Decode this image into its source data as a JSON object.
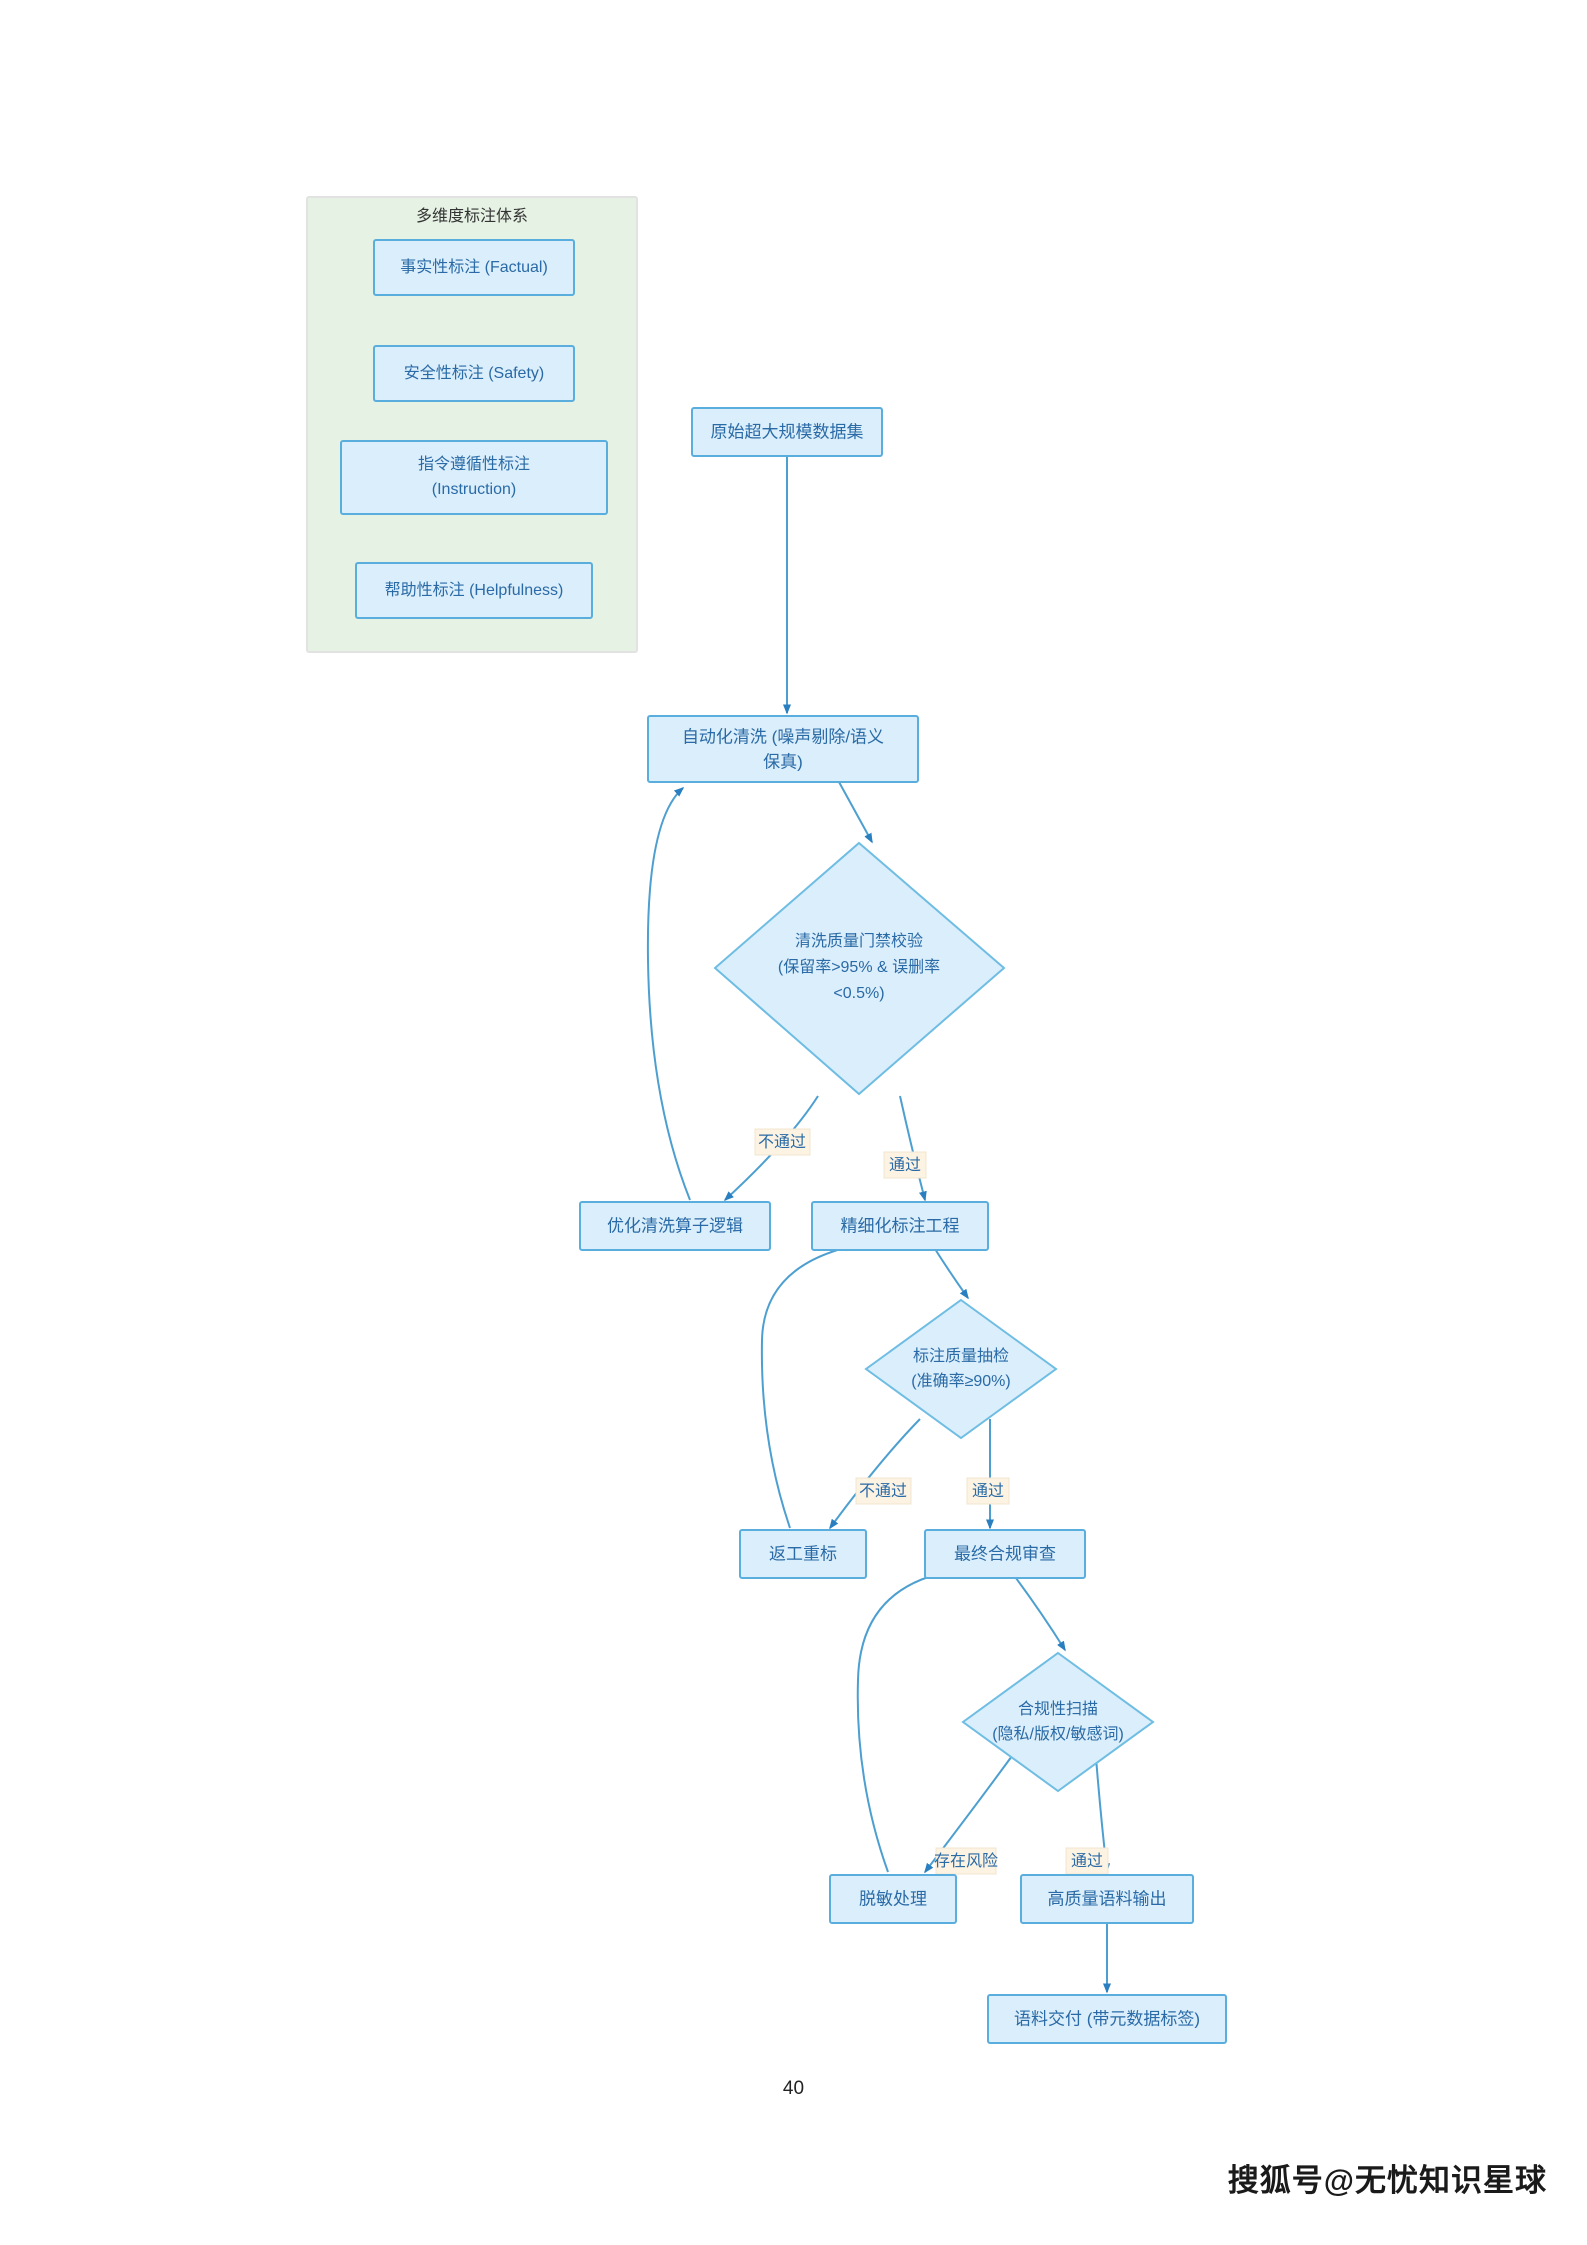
{
  "page": {
    "page_number": "40",
    "watermark": "搜狐号@无忧知识星球",
    "background_color": "#ffffff"
  },
  "colors": {
    "node_fill": "#daeefb",
    "node_stroke": "#5aaedd",
    "node_text": "#2a6aa6",
    "subgraph_fill": "#e6f2e4",
    "subgraph_stroke": "#e2e2e2",
    "edge_stroke": "#4d9fd0",
    "edge_label_fill": "#fdf3e3"
  },
  "subgraph": {
    "title": "多维度标注体系",
    "items": [
      {
        "id": "factual",
        "label": "事实性标注 (Factual)",
        "lines": [
          "事实性标注 (Factual)"
        ]
      },
      {
        "id": "safety",
        "label": "安全性标注 (Safety)",
        "lines": [
          "安全性标注 (Safety)"
        ]
      },
      {
        "id": "instruction",
        "label": "指令遵循性标注 (Instruction)",
        "lines": [
          "指令遵循性标注",
          "(Instruction)"
        ]
      },
      {
        "id": "helpfulness",
        "label": "帮助性标注 (Helpfulness)",
        "lines": [
          "帮助性标注 (Helpfulness)"
        ]
      }
    ]
  },
  "flow": {
    "nodes": [
      {
        "id": "raw-dataset",
        "shape": "rect",
        "label": "原始超大规模数据集",
        "lines": [
          "原始超大规模数据集"
        ]
      },
      {
        "id": "auto-clean",
        "shape": "rect",
        "label": "自动化清洗 (噪声剔除/语义保真)",
        "lines": [
          "自动化清洗 (噪声剔除/语义",
          "保真)"
        ]
      },
      {
        "id": "clean-gate",
        "shape": "diamond",
        "label": "清洗质量门禁校验 (保留率>95% & 误删率<0.5%)",
        "lines": [
          "清洗质量门禁校验",
          "(保留率>95% & 误删率",
          "<0.5%)"
        ]
      },
      {
        "id": "optimize-operator",
        "shape": "rect",
        "label": "优化清洗算子逻辑",
        "lines": [
          "优化清洗算子逻辑"
        ]
      },
      {
        "id": "fine-annotation",
        "shape": "rect",
        "label": "精细化标注工程",
        "lines": [
          "精细化标注工程"
        ]
      },
      {
        "id": "annotation-audit",
        "shape": "diamond",
        "label": "标注质量抽检 (准确率≥90%)",
        "lines": [
          "标注质量抽检",
          "(准确率≥90%)"
        ]
      },
      {
        "id": "rework",
        "shape": "rect",
        "label": "返工重标",
        "lines": [
          "返工重标"
        ]
      },
      {
        "id": "final-compliance",
        "shape": "rect",
        "label": "最终合规审查",
        "lines": [
          "最终合规审查"
        ]
      },
      {
        "id": "compliance-scan",
        "shape": "diamond",
        "label": "合规性扫描 (隐私/版权/敏感词)",
        "lines": [
          "合规性扫描",
          "(隐私/版权/敏感词)"
        ]
      },
      {
        "id": "desensitize",
        "shape": "rect",
        "label": "脱敏处理",
        "lines": [
          "脱敏处理"
        ]
      },
      {
        "id": "high-quality-output",
        "shape": "rect",
        "label": "高质量语料输出",
        "lines": [
          "高质量语料输出"
        ]
      },
      {
        "id": "corpus-delivery",
        "shape": "rect",
        "label": "语料交付 (带元数据标签)",
        "lines": [
          "语料交付 (带元数据标签)"
        ]
      }
    ],
    "edges": [
      {
        "id": "e1",
        "from": "raw-dataset",
        "to": "auto-clean",
        "label": ""
      },
      {
        "id": "e2",
        "from": "auto-clean",
        "to": "clean-gate",
        "label": ""
      },
      {
        "id": "e3",
        "from": "clean-gate",
        "to": "optimize-operator",
        "label": "不通过"
      },
      {
        "id": "e4",
        "from": "clean-gate",
        "to": "fine-annotation",
        "label": "通过"
      },
      {
        "id": "e5",
        "from": "optimize-operator",
        "to": "auto-clean",
        "label": ""
      },
      {
        "id": "e6",
        "from": "fine-annotation",
        "to": "annotation-audit",
        "label": ""
      },
      {
        "id": "e7",
        "from": "annotation-audit",
        "to": "rework",
        "label": "不通过"
      },
      {
        "id": "e8",
        "from": "annotation-audit",
        "to": "final-compliance",
        "label": "通过"
      },
      {
        "id": "e9",
        "from": "rework",
        "to": "fine-annotation",
        "label": ""
      },
      {
        "id": "e10",
        "from": "final-compliance",
        "to": "compliance-scan",
        "label": ""
      },
      {
        "id": "e11",
        "from": "compliance-scan",
        "to": "desensitize",
        "label": "存在风险"
      },
      {
        "id": "e12",
        "from": "compliance-scan",
        "to": "high-quality-output",
        "label": "通过"
      },
      {
        "id": "e13",
        "from": "desensitize",
        "to": "final-compliance",
        "label": ""
      },
      {
        "id": "e14",
        "from": "high-quality-output",
        "to": "corpus-delivery",
        "label": ""
      }
    ]
  }
}
